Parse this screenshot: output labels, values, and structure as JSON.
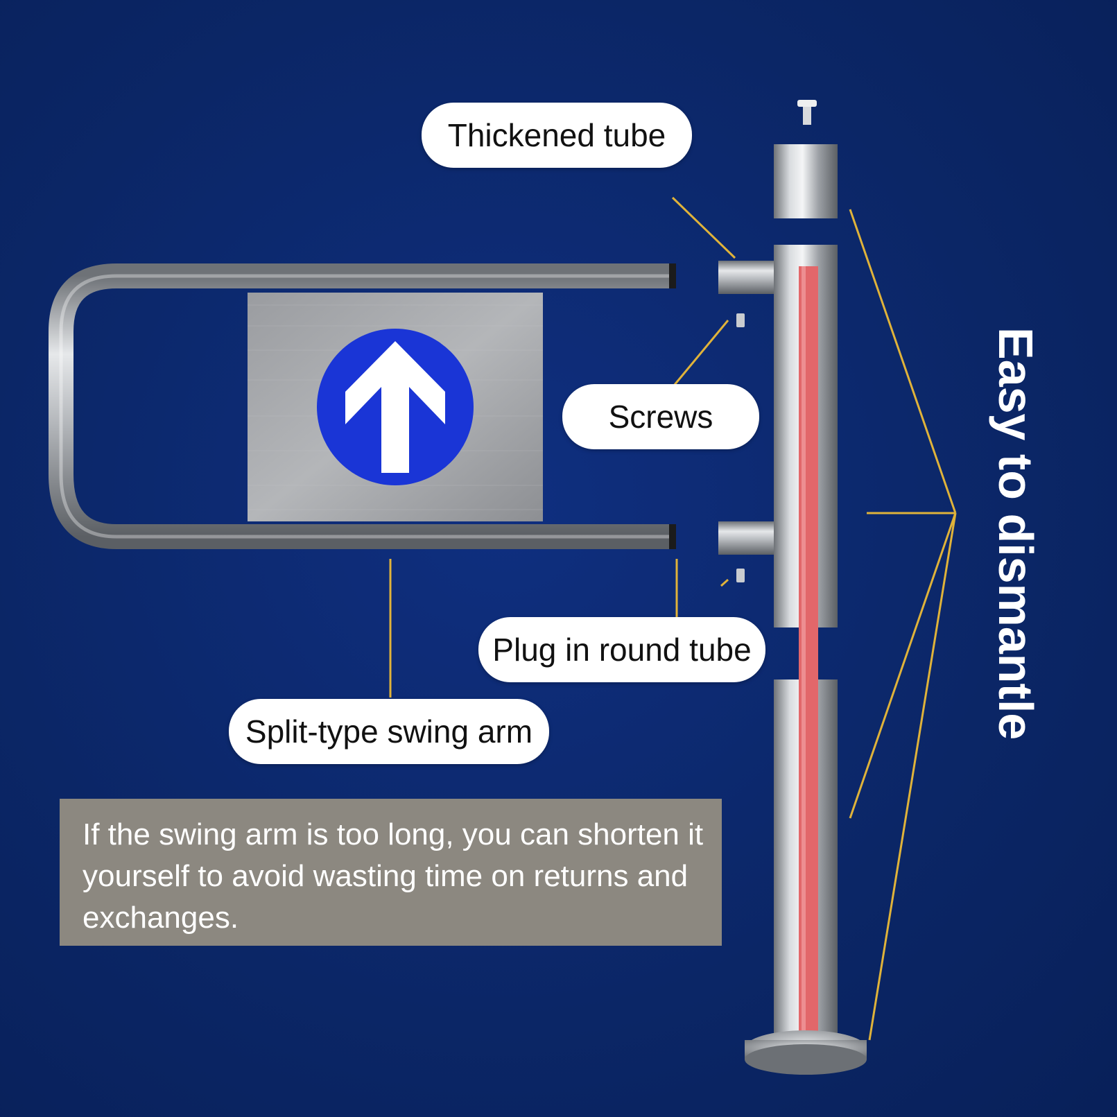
{
  "labels": {
    "thickened_tube": "Thickened tube",
    "screws": "Screws",
    "plug_in_round_tube": "Plug in round tube",
    "split_type_swing_arm": "Split-type swing arm"
  },
  "heading": "Easy to dismantle",
  "note": "If the swing arm is too long, you can shorten it yourself to avoid wasting time on returns and exchanges.",
  "icons": {
    "sign": "arrow-up-icon"
  },
  "colors": {
    "background": "#0d2a72",
    "leader_line": "#e0b33a",
    "sign_circle": "#1a35d6",
    "red_strip": "#e2676a",
    "note_box": "#8c8880"
  }
}
